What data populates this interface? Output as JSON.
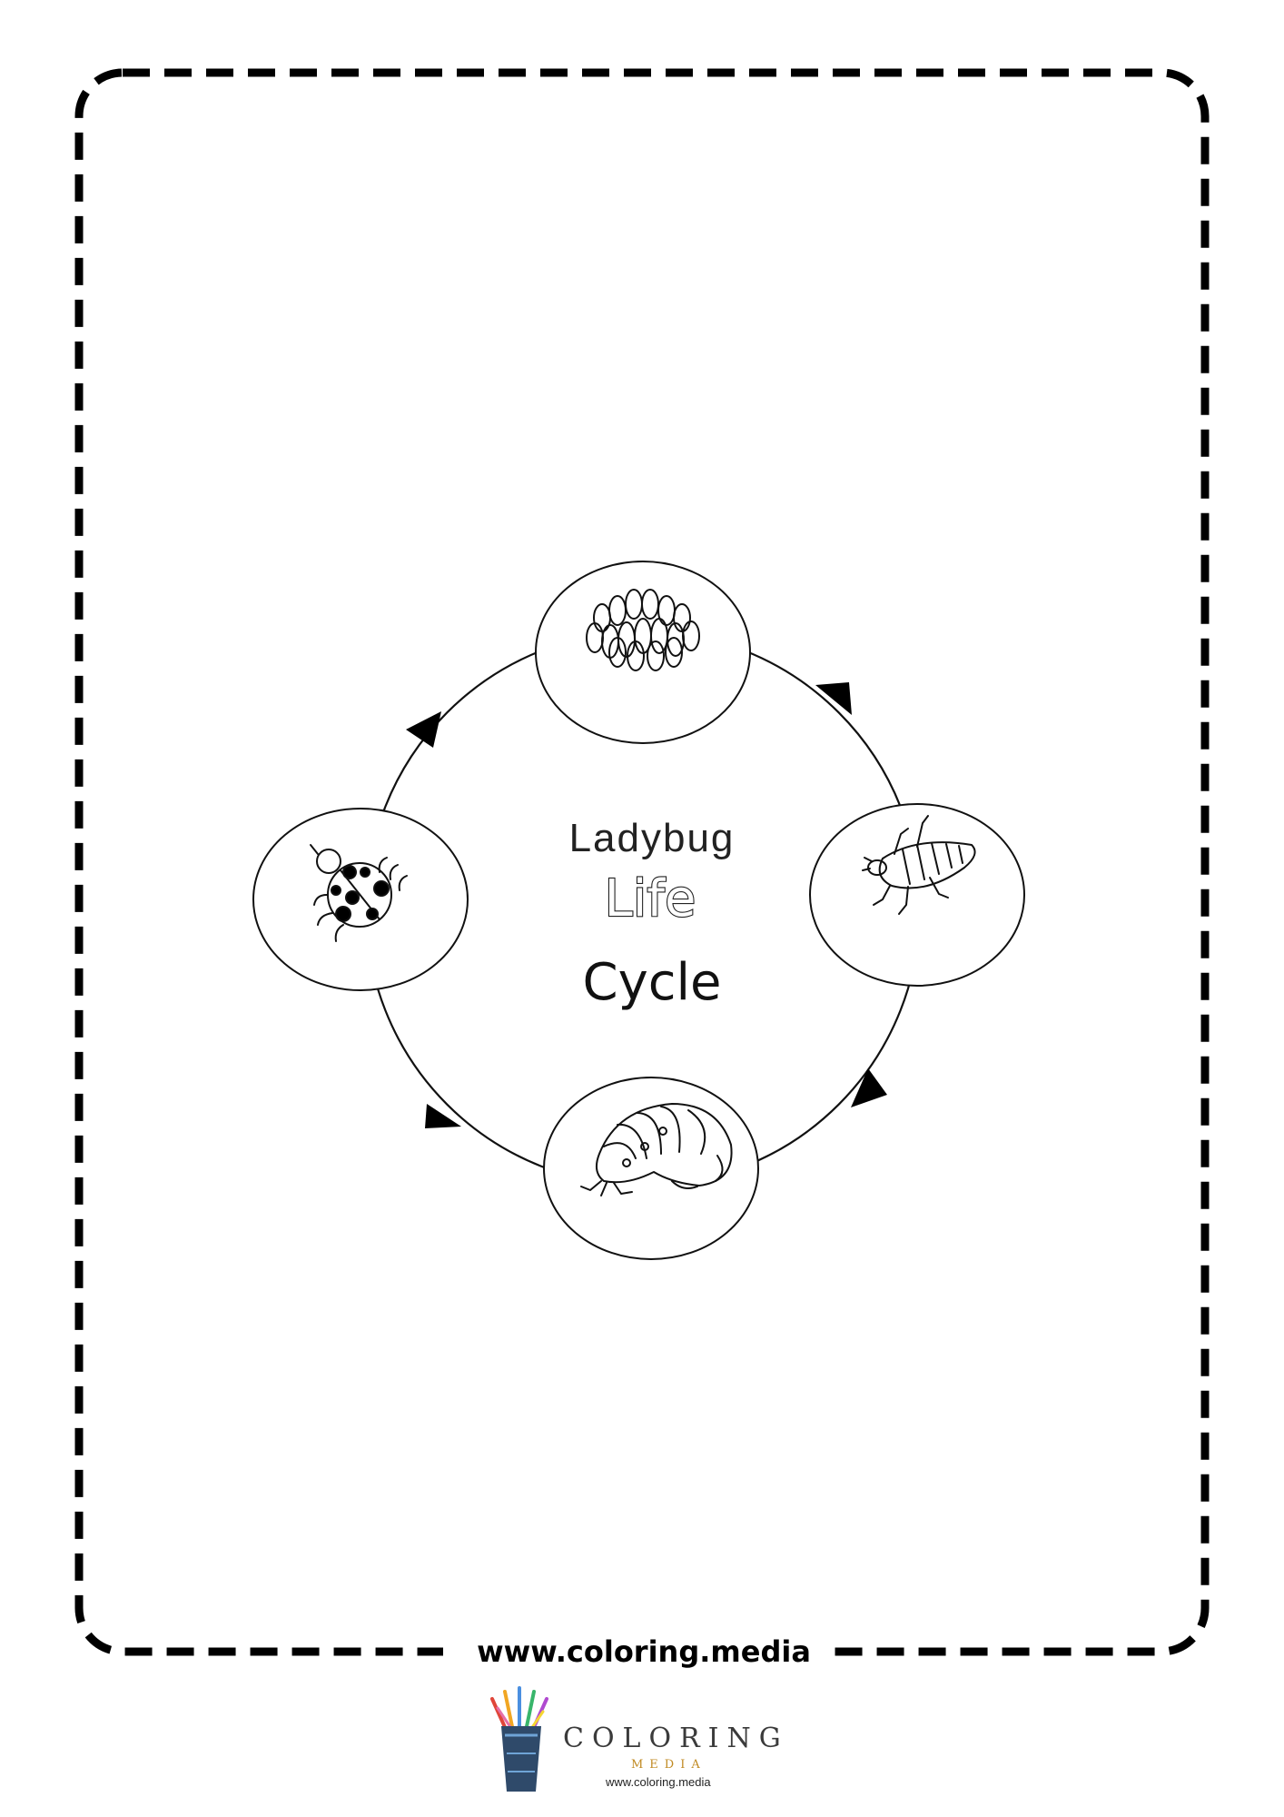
{
  "diagram": {
    "title_line1": "Ladybug",
    "title_line2": "Life",
    "title_line3": "Cycle",
    "stages": [
      {
        "icon": "eggs-icon"
      },
      {
        "icon": "larva-icon"
      },
      {
        "icon": "pupa-icon"
      },
      {
        "icon": "ladybug-icon"
      }
    ]
  },
  "footer": {
    "url": "www.coloring.media"
  },
  "brand": {
    "name": "COLORING",
    "subtitle": "MEDIA",
    "url": "www.coloring.media",
    "accent_color": "#c08a22"
  }
}
